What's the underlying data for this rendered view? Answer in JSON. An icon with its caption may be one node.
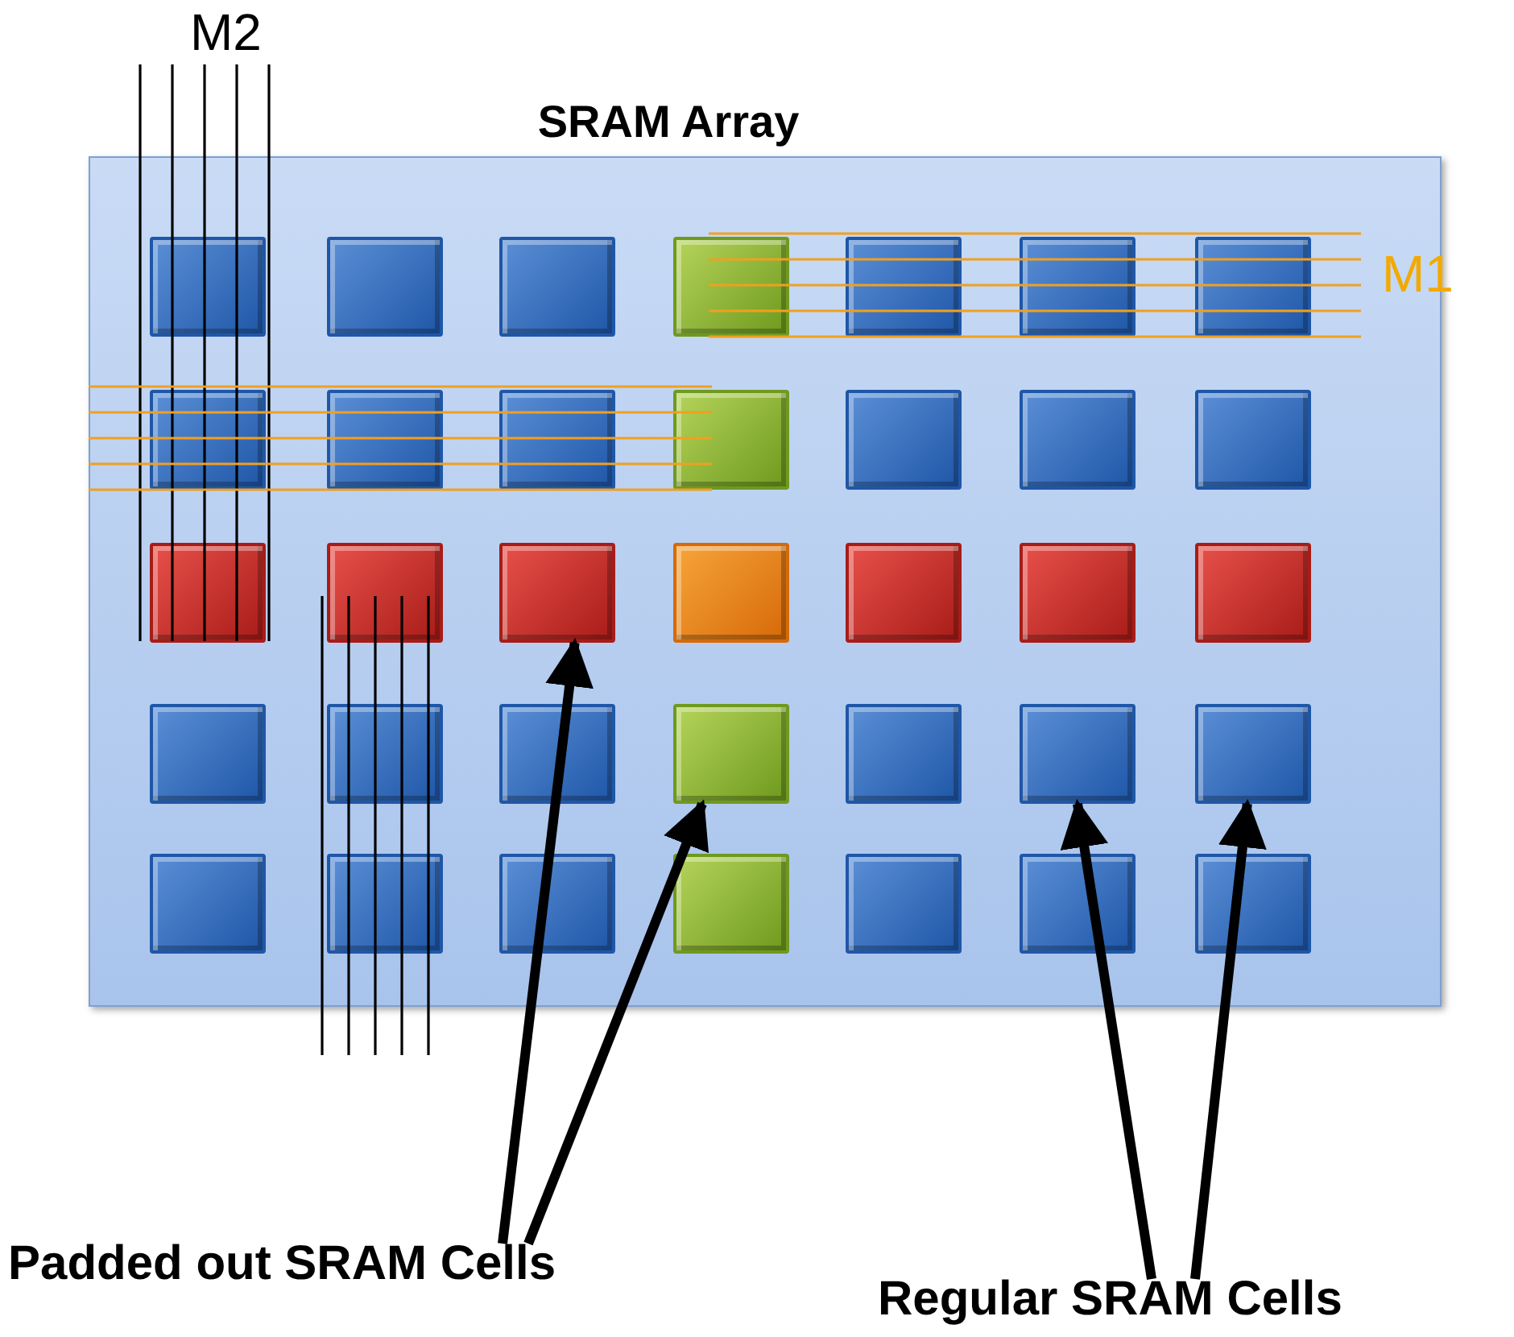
{
  "diagram": {
    "nodes": [
      {
        "text": [
          "SRAM Array"
        ]
      },
      {
        "text": [],
        "shape": "box",
        "in": 0
      },
      {
        "text": [],
        "shape": "box",
        "in": 0
      },
      {
        "text": [],
        "shape": "box",
        "in": 0
      },
      {
        "text": [],
        "shape": "box",
        "in": 0
      },
      {
        "text": [
          "Padded out SRAM Cells"
        ]
      },
      {
        "text": [
          "Regular SRAM Cells"
        ]
      }
    ],
    "edges": [
      {
        "from": 5,
        "to": 1,
        "arrow": "to"
      },
      {
        "from": 5,
        "to": 2,
        "arrow": "to"
      },
      {
        "from": 6,
        "to": 3,
        "arrow": "to"
      },
      {
        "from": 6,
        "to": 4,
        "arrow": "to"
      }
    ],
    "labels": [
      "M2",
      "M1"
    ]
  }
}
